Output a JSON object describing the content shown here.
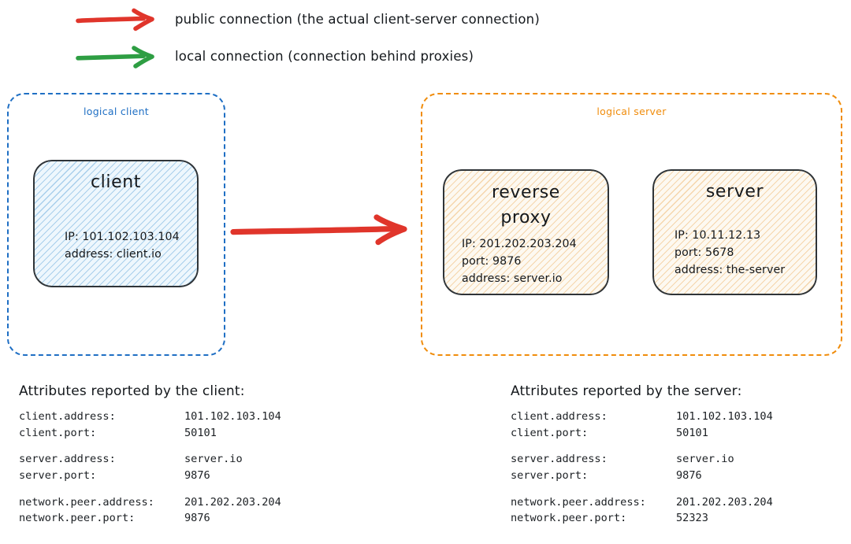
{
  "legend": {
    "items": [
      {
        "icon": "red-arrow-icon",
        "color": "#e0352b",
        "label": "public connection (the actual client-server connection)"
      },
      {
        "icon": "green-arrow-icon",
        "color": "#2e9e43",
        "label": "local connection (connection behind proxies)"
      }
    ]
  },
  "groups": {
    "client": {
      "label": "logical client",
      "color": "#1f6fc4"
    },
    "server": {
      "label": "logical server",
      "color": "#f08c0b"
    }
  },
  "nodes": {
    "client": {
      "title": "client",
      "lines": [
        "IP: 101.102.103.104",
        "address: client.io"
      ]
    },
    "reverse_proxy": {
      "title": "reverse\nproxy",
      "lines": [
        "IP: 201.202.203.204",
        "port: 9876",
        "address: server.io"
      ]
    },
    "server": {
      "title": "server",
      "lines": [
        "IP: 10.11.12.13",
        "port: 5678",
        "address: the-server"
      ]
    }
  },
  "connection": {
    "main_arrow": {
      "icon": "red-arrow-icon",
      "color": "#e0352b",
      "from": "client",
      "to": "reverse proxy"
    }
  },
  "attributes": {
    "client_panel": {
      "heading": "Attributes reported by the client:",
      "groups": [
        [
          {
            "key": "client.address:",
            "value": "101.102.103.104"
          },
          {
            "key": "client.port:",
            "value": "50101"
          }
        ],
        [
          {
            "key": "server.address:",
            "value": "server.io"
          },
          {
            "key": "server.port:",
            "value": "9876"
          }
        ],
        [
          {
            "key": "network.peer.address:",
            "value": "201.202.203.204"
          },
          {
            "key": "network.peer.port:",
            "value": "9876"
          }
        ]
      ]
    },
    "server_panel": {
      "heading": "Attributes reported by the server:",
      "groups": [
        [
          {
            "key": "client.address:",
            "value": "101.102.103.104"
          },
          {
            "key": "client.port:",
            "value": "50101"
          }
        ],
        [
          {
            "key": "server.address:",
            "value": "server.io"
          },
          {
            "key": "server.port:",
            "value": "9876"
          }
        ],
        [
          {
            "key": "network.peer.address:",
            "value": "201.202.203.204"
          },
          {
            "key": "network.peer.port:",
            "value": "52323"
          }
        ]
      ]
    }
  }
}
